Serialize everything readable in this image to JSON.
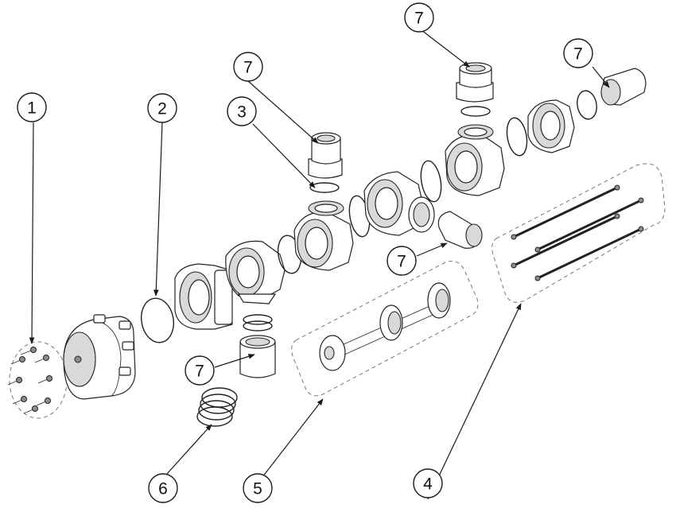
{
  "callouts": {
    "c1": "1",
    "c2": "2",
    "c3": "3",
    "c4": "4",
    "c5": "5",
    "c6": "6",
    "c7a": "7",
    "c7b": "7",
    "c7c": "7",
    "c7d": "7",
    "c7e": "7"
  },
  "colors": {
    "line": "#222222",
    "shade": "#d9d9d9",
    "background": "#ffffff"
  }
}
